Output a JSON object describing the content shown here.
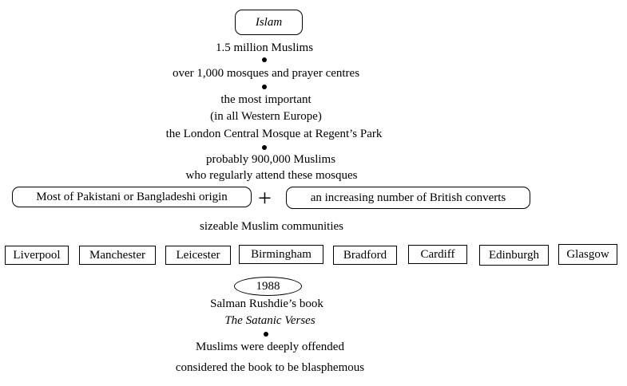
{
  "title": "Islam",
  "stats": {
    "population": "1.5 million Muslims",
    "mosques": "over 1,000 mosques and prayer centres",
    "important_line1": "the most important",
    "important_line2": "(in all Western Europe)",
    "important_line3": "the London Central Mosque at Regent’s Park",
    "attend_line1": "probably 900,000 Muslims",
    "attend_line2": "who regularly attend these mosques"
  },
  "origins": {
    "left": "Most of Pakistani or Bangladeshi origin",
    "plus": "+",
    "right": "an increasing number of British converts"
  },
  "communities": {
    "heading": "sizeable Muslim communities",
    "cities": [
      "Liverpool",
      "Manchester",
      "Leicester",
      "Birmingham",
      "Bradford",
      "Cardiff",
      "Edinburgh",
      "Glasgow"
    ]
  },
  "event": {
    "year": "1988",
    "book_line1": "Salman Rushdie’s book",
    "book_title": "The Satanic Verses",
    "reaction1": "Muslims were deeply offended",
    "reaction2": "considered the book to be blasphemous"
  }
}
